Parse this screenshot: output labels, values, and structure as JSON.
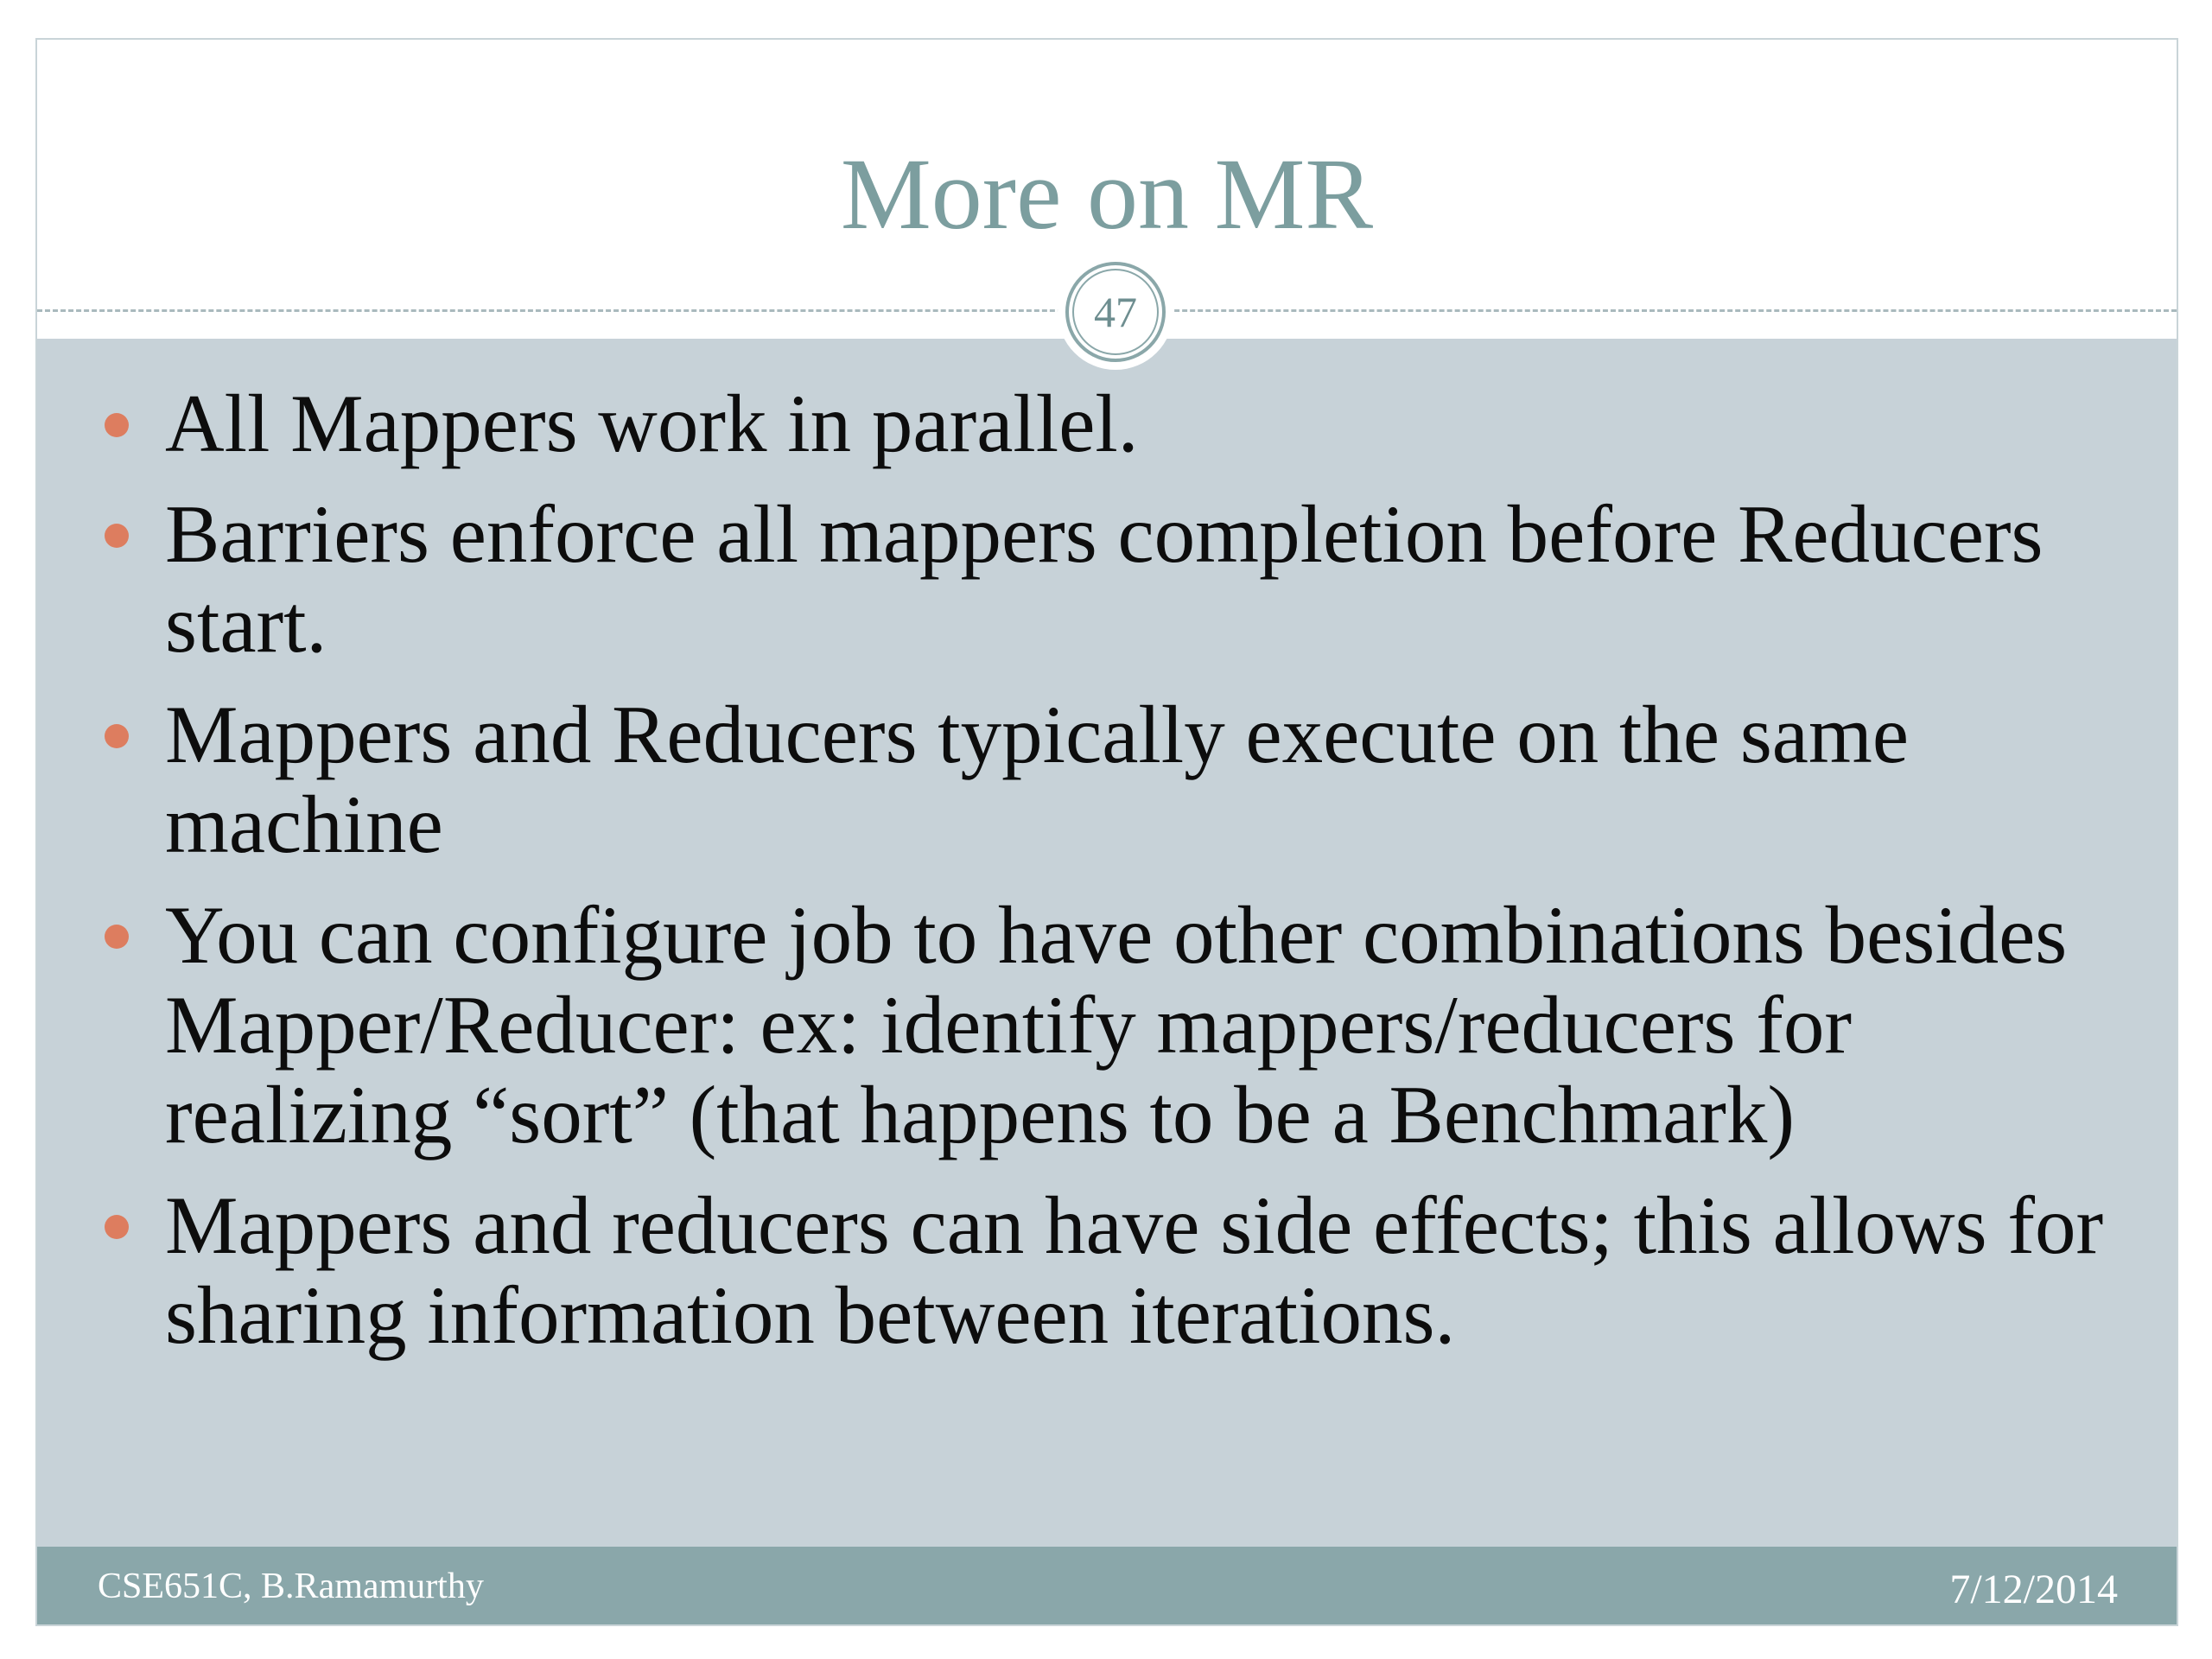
{
  "slide": {
    "title": "More on MR",
    "number": "47",
    "bullets": [
      "All Mappers work in parallel.",
      "Barriers enforce all mappers completion before Reducers start.",
      "Mappers and Reducers typically execute on the same machine",
      "You can configure job to have other combinations besides Mapper/Reducer: ex: identify mappers/reducers for realizing “sort” (that happens to be a Benchmark)",
      "Mappers and reducers can have side effects; this allows for sharing information between iterations."
    ],
    "footer_left": "CSE651C, B.Ramamurthy",
    "footer_right": "7/12/2014"
  },
  "colors": {
    "title": "#7c9e9f",
    "body_background": "#c7d2d8",
    "bullet_marker": "#dd7d5f",
    "footer_background": "#8aa7aa"
  }
}
